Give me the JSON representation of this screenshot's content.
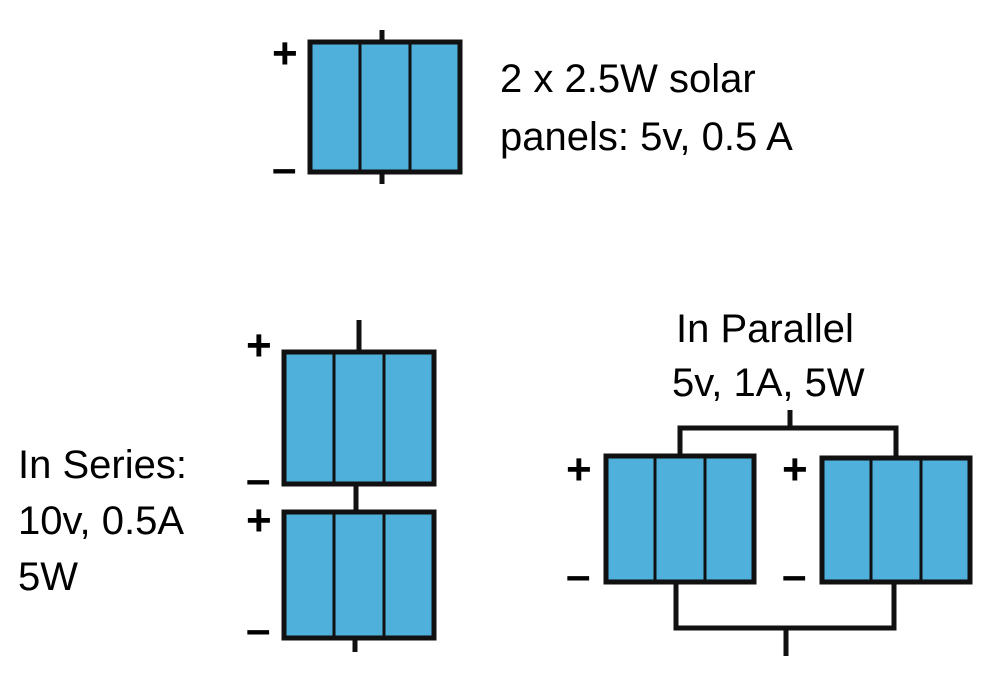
{
  "colors": {
    "panel_fill": "#4fb0dc",
    "panel_stroke": "#111111",
    "wire": "#111111",
    "background": "#ffffff"
  },
  "single": {
    "caption_line1": "2 x 2.5W solar",
    "caption_line2": "panels: 5v, 0.5 A",
    "plus": "+",
    "minus": "–"
  },
  "series": {
    "caption_line1": "In Series:",
    "caption_line2": "10v, 0.5A",
    "caption_line3": "5W",
    "top_plus": "+",
    "top_minus": "–",
    "bottom_plus": "+",
    "bottom_minus": "–"
  },
  "parallel": {
    "caption_line1": "In Parallel",
    "caption_line2": "5v, 1A, 5W",
    "left_plus": "+",
    "left_minus": "–",
    "right_plus": "+",
    "right_minus": "–"
  }
}
